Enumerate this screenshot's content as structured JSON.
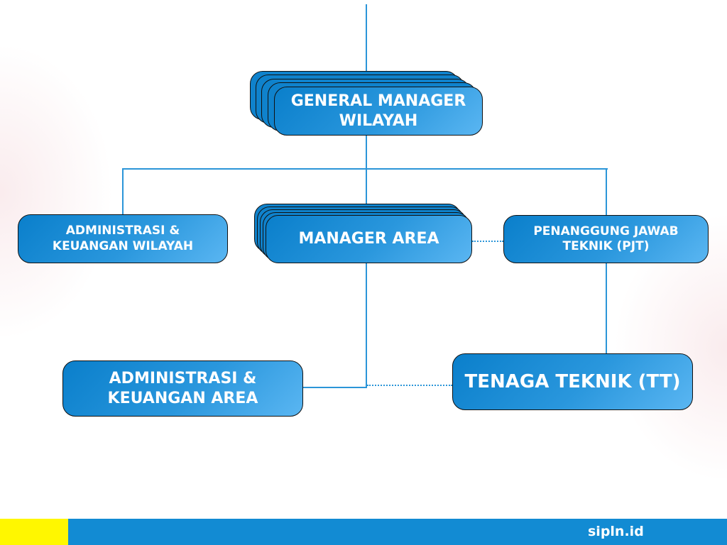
{
  "nodes": {
    "general_manager": "GENERAL MANAGER WILAYAH",
    "admin_wilayah": "ADMINISTRASI & KEUANGAN WILAYAH",
    "manager_area": "MANAGER AREA",
    "pjt": "PENANGGUNG JAWAB TEKNIK (PJT)",
    "admin_area": "ADMINISTRASI & KEUANGAN AREA",
    "tenaga_teknik": "TENAGA TEKNIK (TT)"
  },
  "footer": {
    "brand": "sipln.id"
  },
  "colors": {
    "line": "#2b95d8",
    "footer_blue": "#128bd3",
    "footer_yellow": "#fff700"
  }
}
